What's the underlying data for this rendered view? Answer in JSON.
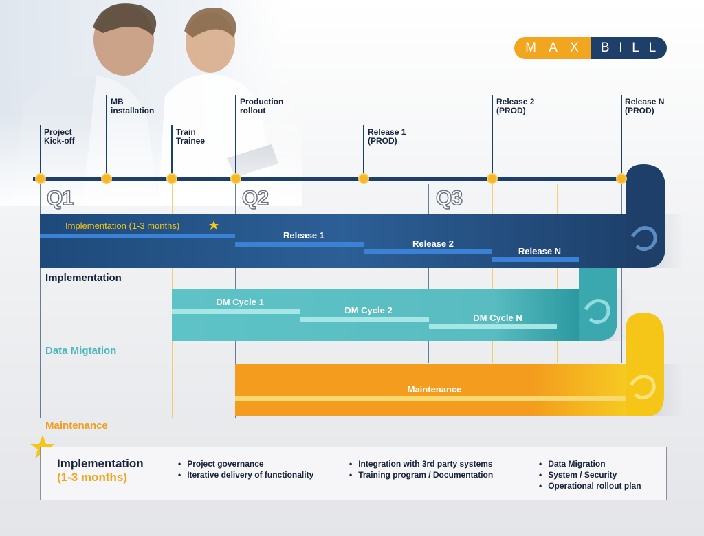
{
  "logo": {
    "left": [
      "M",
      "A",
      "X"
    ],
    "right": [
      "B",
      "I",
      "L",
      "L"
    ]
  },
  "milestones": [
    {
      "line1": "Project",
      "line2": "Kick-off"
    },
    {
      "line1": "MB",
      "line2": "installation"
    },
    {
      "line1": "Train",
      "line2": "Trainee"
    },
    {
      "line1": "Production",
      "line2": "rollout"
    },
    {
      "line1": "Release 1",
      "line2": "(PROD)"
    },
    {
      "line1": "Release 2",
      "line2": "(PROD)"
    },
    {
      "line1": "Release N",
      "line2": "(PROD)"
    }
  ],
  "quarters": [
    "Q1",
    "Q2",
    "Q3"
  ],
  "implementation": {
    "band_label": "Implementation",
    "phase_label": "Implementation (1-3 months)",
    "releases": [
      "Release 1",
      "Release 2",
      "Release N"
    ]
  },
  "data_migration": {
    "band_label": "Data Migtation",
    "cycles": [
      "DM Cycle 1",
      "DM Cycle 2",
      "DM Cycle N"
    ]
  },
  "maintenance": {
    "band_label": "Maintenance",
    "bar_label": "Maintenance"
  },
  "summary": {
    "title": "Implementation",
    "subtitle": "(1-3 months)",
    "col1": [
      "Project governance",
      "Iterative delivery of functionality"
    ],
    "col2": [
      "Integration with 3rd party systems",
      "Training program / Documentation"
    ],
    "col3": [
      "Data Migration",
      "System / Security",
      "Operational rollout plan"
    ]
  },
  "colors": {
    "navy": "#1d3f6a",
    "blue": "#2a5d95",
    "teal": "#5ec3c6",
    "orange": "#f39c1e",
    "yellow": "#f5c518"
  }
}
